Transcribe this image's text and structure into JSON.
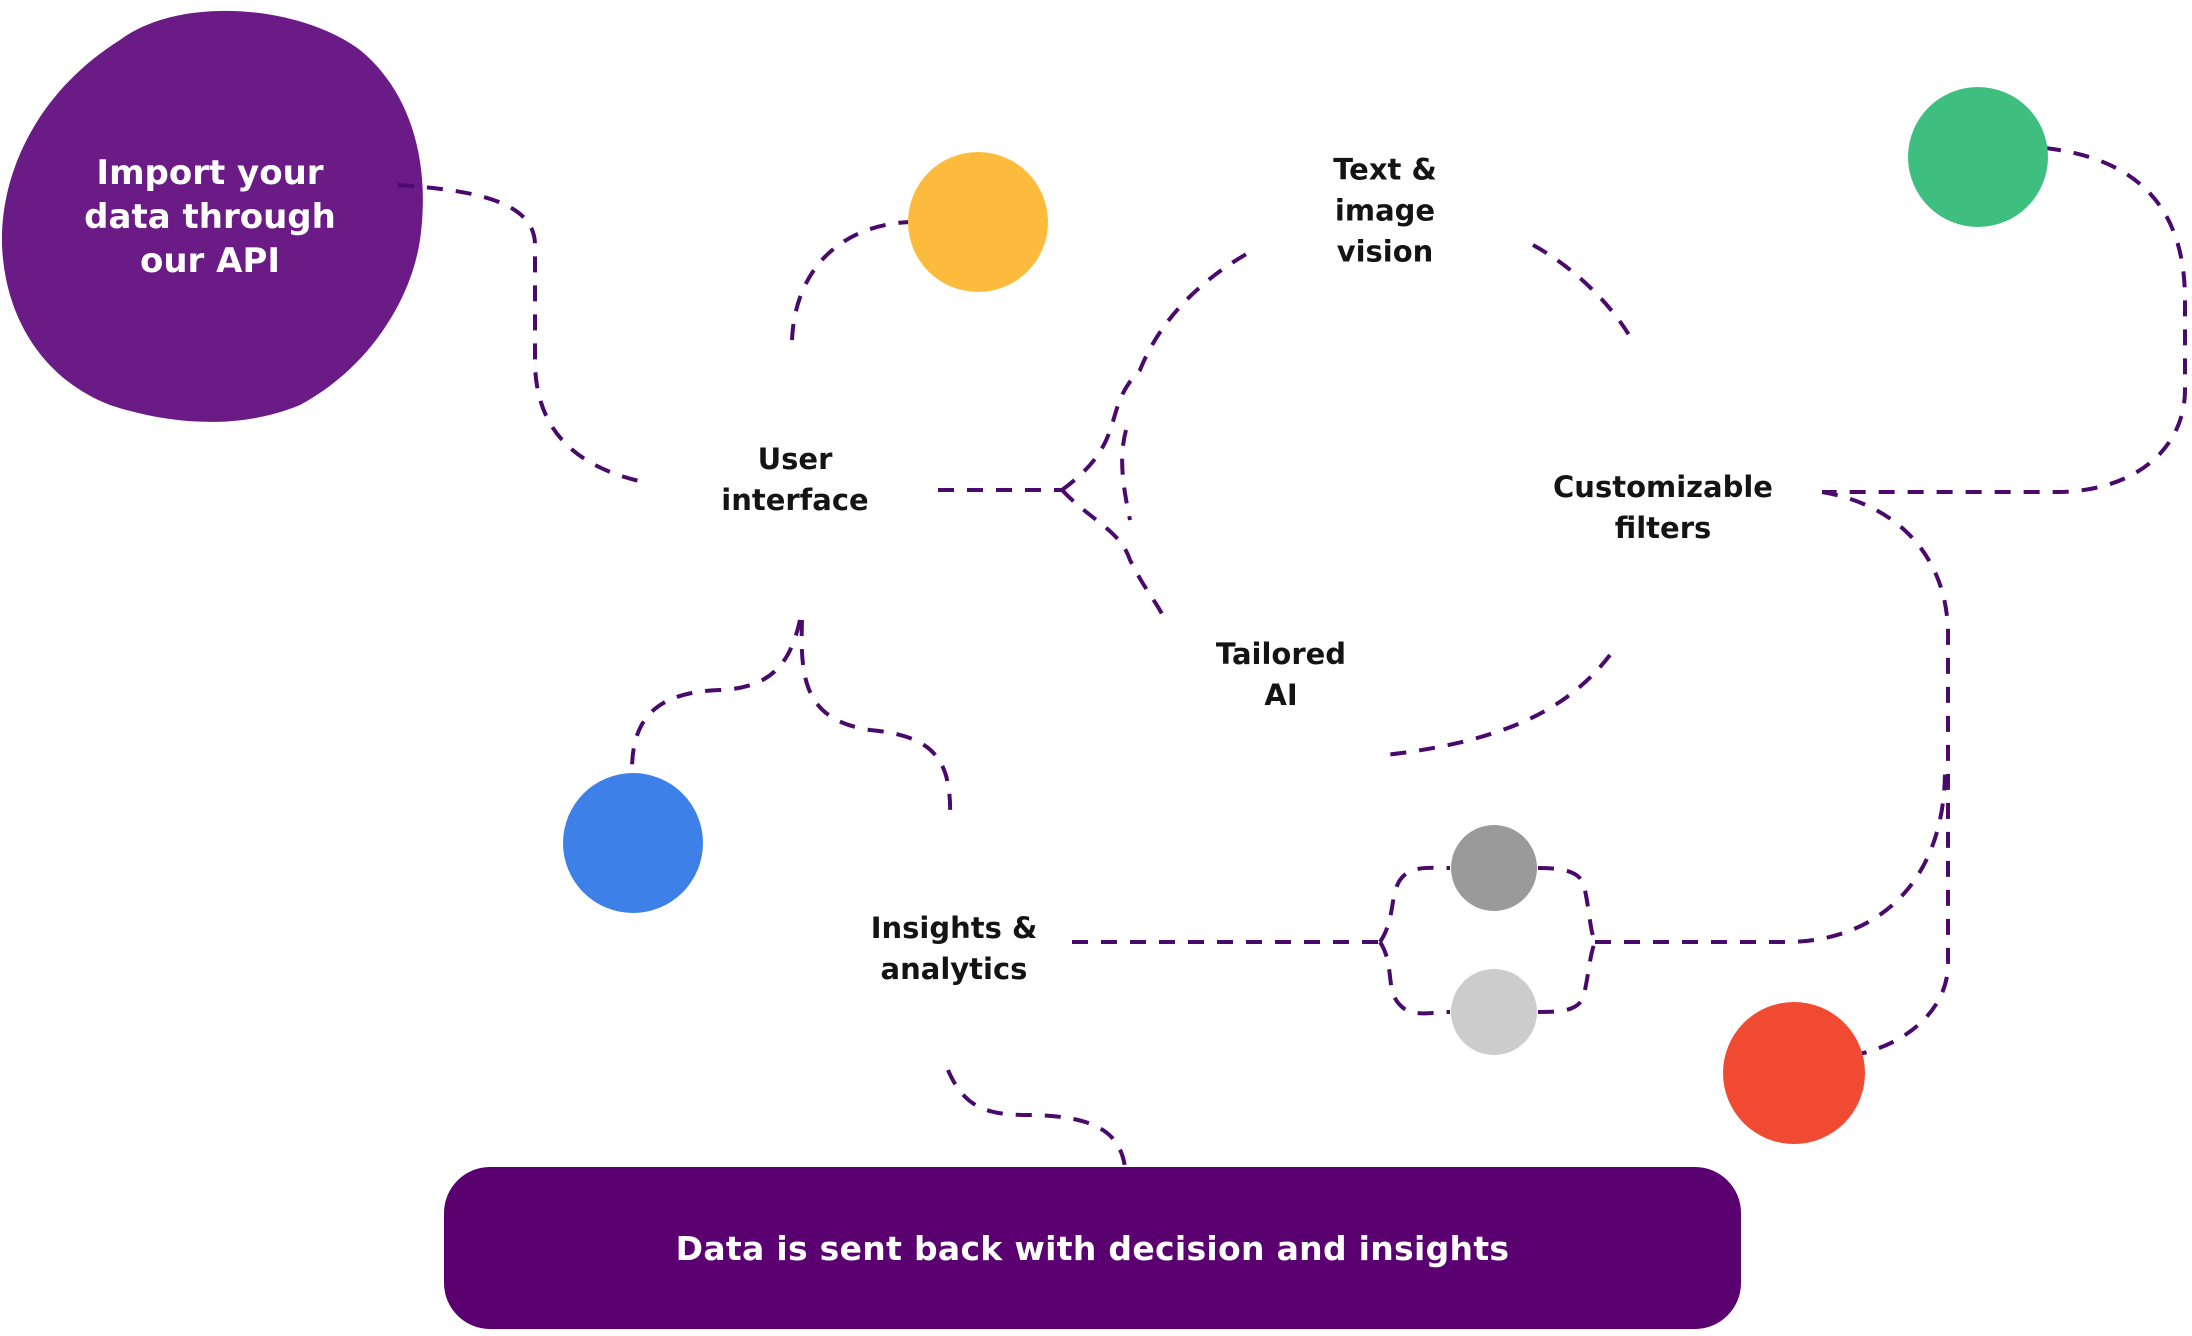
{
  "colors": {
    "connector": "#4a0a6b",
    "api_blob": "#6a1b86",
    "bottom_bar": "#5a0070",
    "yellow_dot": "#fdbb3d",
    "green_dot": "#3ebf80",
    "blue_dot": "#3d80e8",
    "dark_gray_dot": "#9a9a9a",
    "light_gray_dot": "#cccccc",
    "red_dot": "#f04a32"
  },
  "diagram": {
    "api_import": {
      "line1": "Import your",
      "line2": "data through",
      "line3": "our API"
    },
    "user_interface": {
      "line1": "User",
      "line2": "interface"
    },
    "text_image_vision": {
      "line1": "Text &",
      "line2": "image",
      "line3": "vision"
    },
    "customizable_filters": {
      "line1": "Customizable",
      "line2": "filters"
    },
    "tailored_ai": {
      "line1": "Tailored",
      "line2": "AI"
    },
    "insights_analytics": {
      "line1": "Insights &",
      "line2": "analytics"
    },
    "output": {
      "label": "Data is sent back with decision and insights"
    }
  }
}
